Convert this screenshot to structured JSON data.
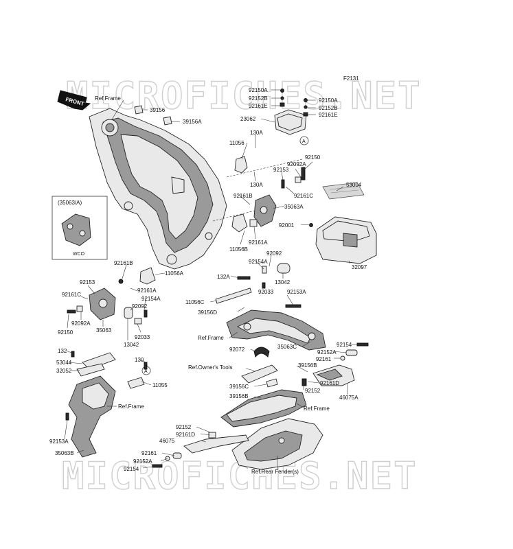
{
  "figure_code": "F2131",
  "watermark_top": "MICROFICHES.NET",
  "watermark_bottom": "MICROFICHES.NET",
  "front_label": "FRONT",
  "inset": {
    "title": "(35063/A)",
    "caption": "WCO"
  },
  "callouts": [
    {
      "id": "ref-frame-top",
      "text": "Ref.Frame"
    },
    {
      "id": "l39156",
      "text": "39156"
    },
    {
      "id": "l39156a",
      "text": "39156A"
    },
    {
      "id": "l92150a-l",
      "text": "92150A"
    },
    {
      "id": "l92152b-l",
      "text": "92152B"
    },
    {
      "id": "l92161e-l",
      "text": "92161E"
    },
    {
      "id": "l92150a-r",
      "text": "92150A"
    },
    {
      "id": "l92152b-r",
      "text": "92152B"
    },
    {
      "id": "l92161e-r",
      "text": "92161E"
    },
    {
      "id": "l23062",
      "text": "23062"
    },
    {
      "id": "l130a-1",
      "text": "130A"
    },
    {
      "id": "l11056",
      "text": "11056"
    },
    {
      "id": "l130a-2",
      "text": "130A"
    },
    {
      "id": "l92150",
      "text": "92150"
    },
    {
      "id": "l92092a",
      "text": "92092A"
    },
    {
      "id": "l92153-r",
      "text": "92153"
    },
    {
      "id": "l53004",
      "text": "53004"
    },
    {
      "id": "l92161c-r",
      "text": "92161C"
    },
    {
      "id": "l92161b-r",
      "text": "92161B"
    },
    {
      "id": "l35063a",
      "text": "35063A"
    },
    {
      "id": "l92001",
      "text": "92001"
    },
    {
      "id": "l11056b",
      "text": "11056B"
    },
    {
      "id": "l92161a-r",
      "text": "92161A"
    },
    {
      "id": "l92092-r",
      "text": "92092"
    },
    {
      "id": "l92154a-r",
      "text": "92154A"
    },
    {
      "id": "l32097",
      "text": "32097"
    },
    {
      "id": "l13042-r",
      "text": "13042"
    },
    {
      "id": "l92033-r",
      "text": "92033"
    },
    {
      "id": "l92161b-l",
      "text": "92161B"
    },
    {
      "id": "l11056a",
      "text": "11056A"
    },
    {
      "id": "l92153-l",
      "text": "92153"
    },
    {
      "id": "l92161a-l",
      "text": "92161A"
    },
    {
      "id": "l92161c-l",
      "text": "92161C"
    },
    {
      "id": "l92154a-l",
      "text": "92154A"
    },
    {
      "id": "l92092-l",
      "text": "92092"
    },
    {
      "id": "l92092a-l",
      "text": "92092A"
    },
    {
      "id": "l35063",
      "text": "35063"
    },
    {
      "id": "l92033-l",
      "text": "92033"
    },
    {
      "id": "l92150-l",
      "text": "92150"
    },
    {
      "id": "l13042-l",
      "text": "13042"
    },
    {
      "id": "l132a",
      "text": "132A"
    },
    {
      "id": "l11056c",
      "text": "11056C"
    },
    {
      "id": "l39156d",
      "text": "39156D"
    },
    {
      "id": "l92153a-r",
      "text": "92153A"
    },
    {
      "id": "ref-frame-mid",
      "text": "Ref.Frame"
    },
    {
      "id": "l92072",
      "text": "92072"
    },
    {
      "id": "l35063c",
      "text": "35063C"
    },
    {
      "id": "l92154-r",
      "text": "92154"
    },
    {
      "id": "l92152a-r",
      "text": "92152A"
    },
    {
      "id": "l92161-r",
      "text": "92161"
    },
    {
      "id": "ref-owners-tools",
      "text": "Ref.Owner's Tools"
    },
    {
      "id": "l39156b-r",
      "text": "39156B"
    },
    {
      "id": "l92161d-r",
      "text": "92161D"
    },
    {
      "id": "l92152-r",
      "text": "92152"
    },
    {
      "id": "l46075a",
      "text": "46075A"
    },
    {
      "id": "l39156c",
      "text": "39156C"
    },
    {
      "id": "l39156b-c",
      "text": "39156B"
    },
    {
      "id": "ref-frame-low",
      "text": "Ref.Frame"
    },
    {
      "id": "l132",
      "text": "132"
    },
    {
      "id": "l53044",
      "text": "53044"
    },
    {
      "id": "l32052",
      "text": "32052"
    },
    {
      "id": "l130",
      "text": "130"
    },
    {
      "id": "l11055",
      "text": "11055"
    },
    {
      "id": "ref-frame-left",
      "text": "Ref.Frame"
    },
    {
      "id": "l92153a-l",
      "text": "92153A"
    },
    {
      "id": "l35063b",
      "text": "35063B"
    },
    {
      "id": "l92152-l",
      "text": "92152"
    },
    {
      "id": "l92161d-l",
      "text": "92161D"
    },
    {
      "id": "l46075",
      "text": "46075"
    },
    {
      "id": "l92161-l",
      "text": "92161"
    },
    {
      "id": "l92152a-l",
      "text": "92152A"
    },
    {
      "id": "l92154-l",
      "text": "92154"
    },
    {
      "id": "ref-rear-fender",
      "text": "Ref.Rear Fender(s)"
    }
  ],
  "circle_markers": [
    "A",
    "A"
  ]
}
